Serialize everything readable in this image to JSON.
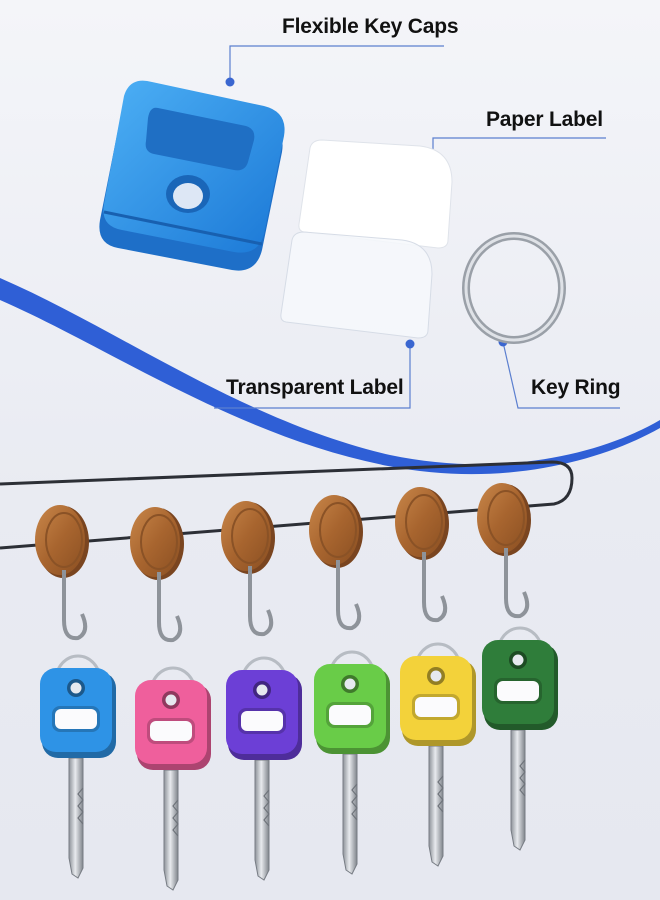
{
  "callouts": {
    "key_caps": "Flexible Key Caps",
    "paper_label": "Paper Label",
    "transparent_label": "Transparent  Label",
    "key_ring": "Key Ring"
  },
  "colors": {
    "accent_blue": "#2f5fd6",
    "callout_line": "#5b7fcf",
    "key_caps": [
      "#2e93e6",
      "#ef5f9c",
      "#6c3fd6",
      "#69cc48",
      "#f3d23a",
      "#2f7d3a"
    ]
  }
}
